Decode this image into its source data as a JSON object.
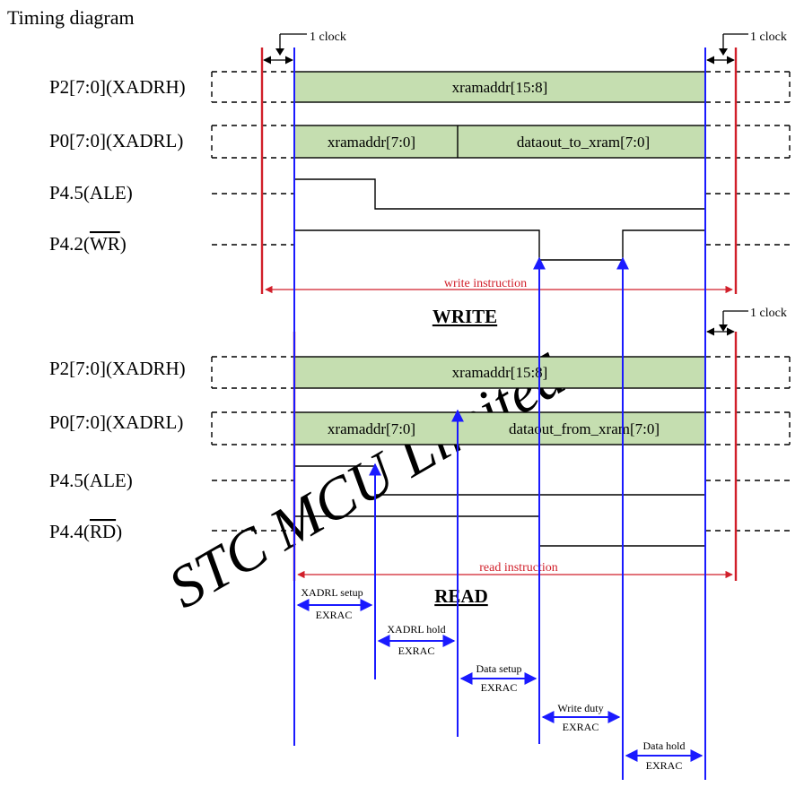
{
  "title": "Timing diagram",
  "clock_label": "1 clock",
  "watermark": "STC  MCU  Limited",
  "write": {
    "section_label": "WRITE",
    "instruction_label": "write instruction",
    "signals": [
      "P2[7:0](XADRH)",
      "P0[7:0](XADRL)",
      "P4.5(ALE)",
      "P4.2(WR)"
    ],
    "wr_prefix": "P4.2(",
    "wr_name": "WR",
    "wr_suffix": ")",
    "bus_p2": "xramaddr[15:8]",
    "bus_p0_addr": "xramaddr[7:0]",
    "bus_p0_data": "dataout_to_xram[7:0]"
  },
  "read": {
    "section_label": "READ",
    "instruction_label": "read instruction",
    "signals": [
      "P2[7:0](XADRH)",
      "P0[7:0](XADRL)",
      "P4.5(ALE)",
      "P4.4(RD)"
    ],
    "rd_prefix": "P4.4(",
    "rd_name": "RD",
    "rd_suffix": ")",
    "bus_p2": "xramaddr[15:8]",
    "bus_p0_addr": "xramaddr[7:0]",
    "bus_p0_data": "dataout_from_xram[7:0]"
  },
  "timing": [
    {
      "name": "XADRL setup",
      "unit": "EXRAC"
    },
    {
      "name": "XADRL hold",
      "unit": "EXRAC"
    },
    {
      "name": "Data setup",
      "unit": "EXRAC"
    },
    {
      "name": "Write duty",
      "unit": "EXRAC"
    },
    {
      "name": "Data hold",
      "unit": "EXRAC"
    }
  ],
  "colors": {
    "bus_fill": "#c5deb0",
    "marker_blue": "#1a1aff",
    "marker_red": "#d11f2a",
    "watermark": "#d8ead0"
  }
}
